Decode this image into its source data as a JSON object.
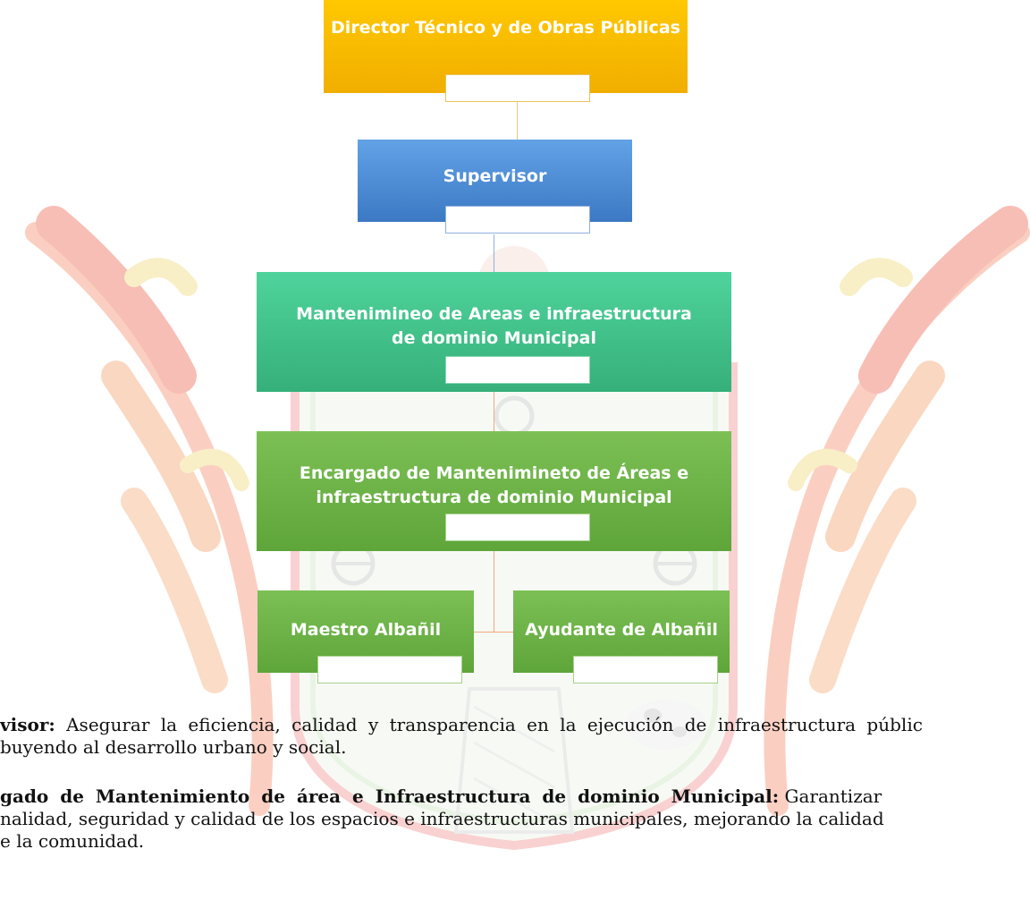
{
  "org_chart": {
    "director": {
      "title": "Director Técnico y de Obras Públicas",
      "color": "#f6b400"
    },
    "supervisor": {
      "title": "Supervisor",
      "color": "#4a89d6"
    },
    "mantenimiento": {
      "title": "Mantenimineo de Areas e infraestructura de dominio Municipal",
      "color": "#3ec08b"
    },
    "encargado": {
      "title": "Encargado de Mantenimineto de Áreas e infraestructura de dominio Municipal",
      "color": "#6bb045"
    },
    "maestro": {
      "title": "Maestro Albañil",
      "color": "#6bb045"
    },
    "ayudante": {
      "title": "Ayudante de Albañil",
      "color": "#6bb045"
    }
  },
  "text": {
    "p1_label": "visor:",
    "p1_line1": " Asegurar la eficiencia, calidad y transparencia en la ejecución de infraestructura públic",
    "p1_line2": "buyendo al desarrollo urbano y social.",
    "p2_label": "gado de Mantenimiento de área e Infraestructura de dominio Municipal:",
    "p2_line1_tail": " Garantizar",
    "p2_line2": "nalidad, seguridad y calidad de los espacios e infraestructuras municipales, mejorando la calidad",
    "p2_line3": "e la comunidad."
  }
}
